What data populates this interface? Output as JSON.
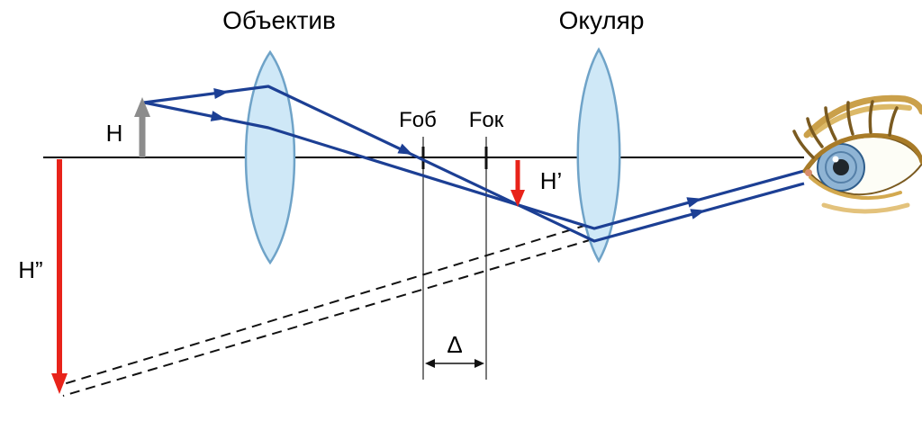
{
  "figure": {
    "labels": {
      "objective": "Объектив",
      "eyepiece": "Окуляр",
      "object_h": "H",
      "intermediate_h": "H’",
      "virtual_h": "H”",
      "f_objective": "Fоб",
      "f_eyepiece": "Fок",
      "delta": "Δ"
    },
    "colors": {
      "ray": "#1c3f94",
      "red_arrow": "#e8231a",
      "gray_arrow": "#8c8c8c",
      "lens_fill": "#cfe8f7",
      "lens_stroke": "#6fa3c8",
      "axis": "#000000"
    }
  }
}
